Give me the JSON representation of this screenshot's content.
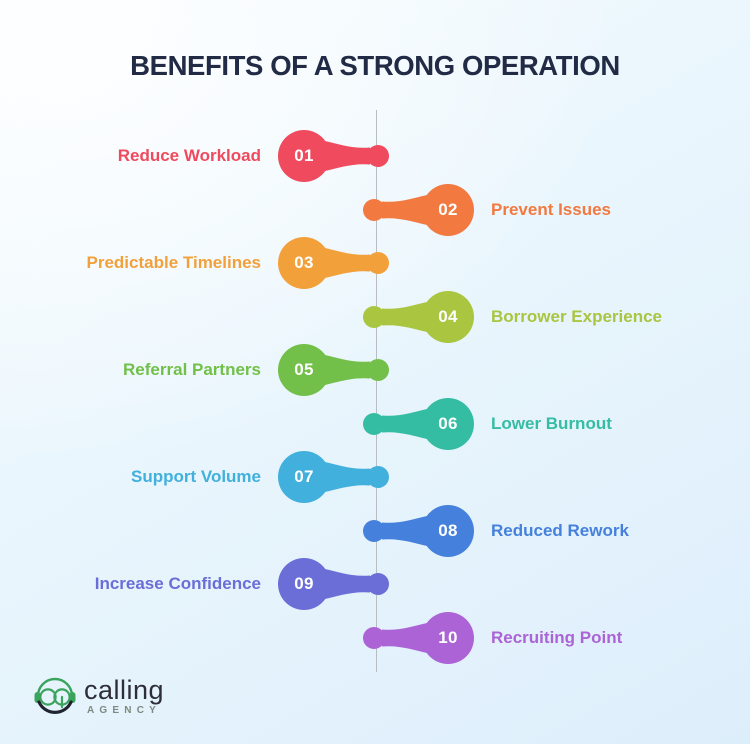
{
  "title": "BENEFITS OF A STRONG OPERATION",
  "palette": {
    "title_color": "#222b45",
    "spine_color": "#b9bcc2",
    "bg_top_left": "#f7fcfe",
    "bg_bottom_right": "#dcedfa"
  },
  "items": [
    {
      "number": "01",
      "label": "Reduce Workload",
      "color": "#ef4a5e",
      "side": "left"
    },
    {
      "number": "02",
      "label": "Prevent Issues",
      "color": "#f2793f",
      "side": "right"
    },
    {
      "number": "03",
      "label": "Predictable Timelines",
      "color": "#f2a13a",
      "side": "left"
    },
    {
      "number": "04",
      "label": "Borrower Experience",
      "color": "#aac53f",
      "side": "right"
    },
    {
      "number": "05",
      "label": "Referral Partners",
      "color": "#72c04a",
      "side": "left"
    },
    {
      "number": "06",
      "label": "Lower Burnout",
      "color": "#35bda3",
      "side": "right"
    },
    {
      "number": "07",
      "label": "Support Volume",
      "color": "#41b0dd",
      "side": "left"
    },
    {
      "number": "08",
      "label": "Reduced Rework",
      "color": "#4581dc",
      "side": "right"
    },
    {
      "number": "09",
      "label": "Increase Confidence",
      "color": "#6a6ed6",
      "side": "left"
    },
    {
      "number": "10",
      "label": "Recruiting Point",
      "color": "#ab63d6",
      "side": "right"
    }
  ],
  "logo": {
    "name": "calling",
    "tagline": "AGENCY",
    "mark_color": "#3aa35c",
    "word_color": "#2e2e38",
    "icon": "headset-ca-icon"
  }
}
